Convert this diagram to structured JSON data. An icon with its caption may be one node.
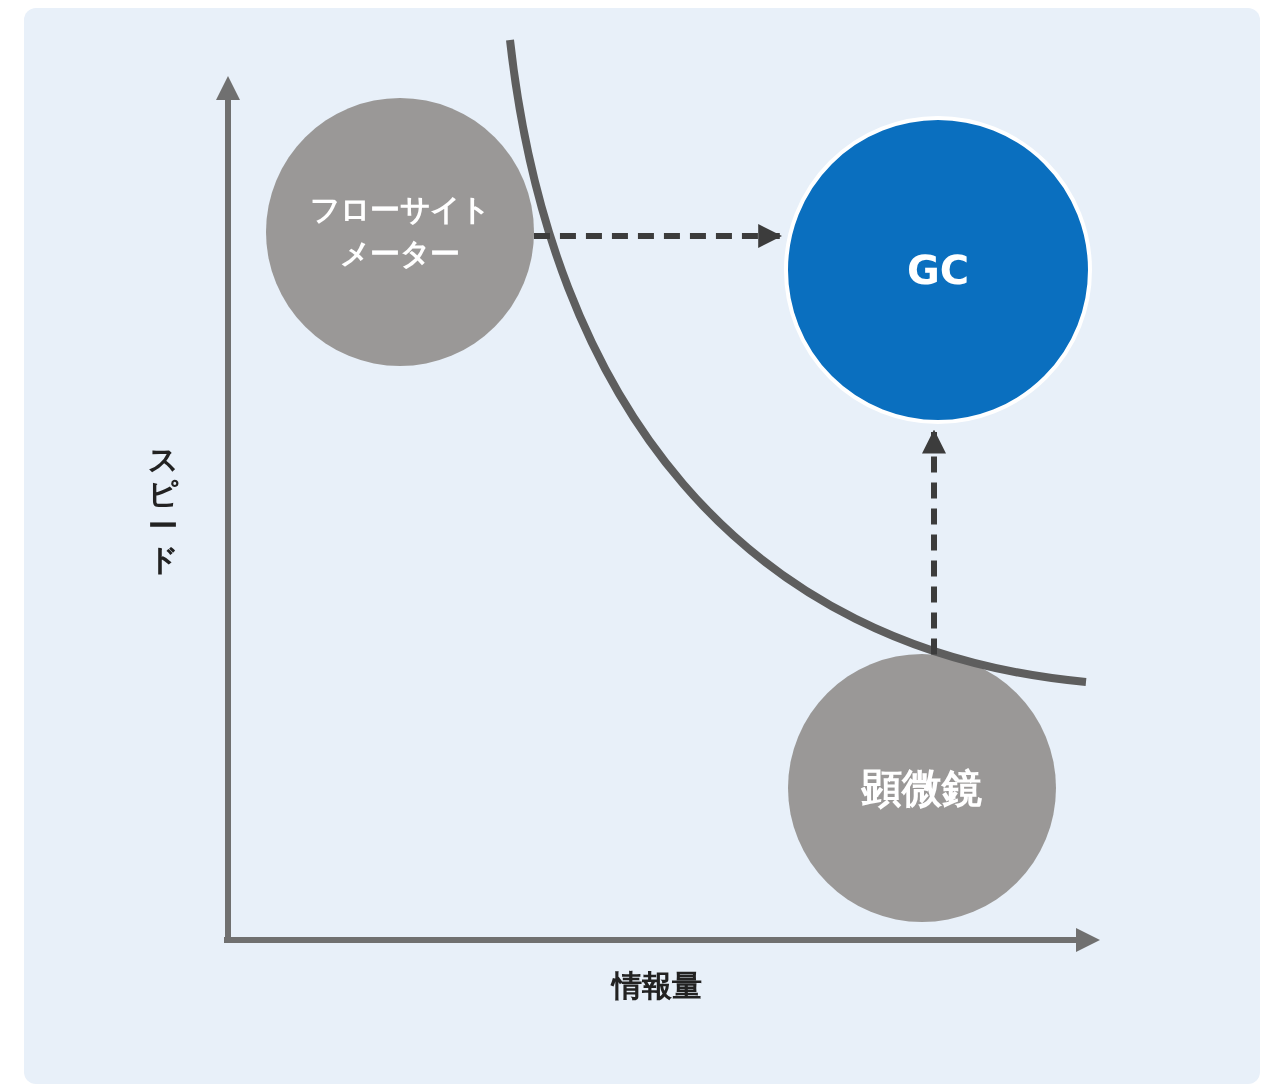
{
  "diagram": {
    "nodes": [
      {
        "text": [
          "フローサイトメーター"
        ]
      },
      {
        "text": [
          "GC"
        ]
      },
      {
        "text": [
          "顕微鏡"
        ]
      }
    ],
    "edges": [
      {
        "from": 0,
        "to": 1,
        "arrow": "to",
        "style": "dashed"
      },
      {
        "from": 2,
        "to": 1,
        "arrow": "to",
        "style": "dashed"
      }
    ],
    "labels": [
      "スピード",
      "情報量"
    ]
  }
}
